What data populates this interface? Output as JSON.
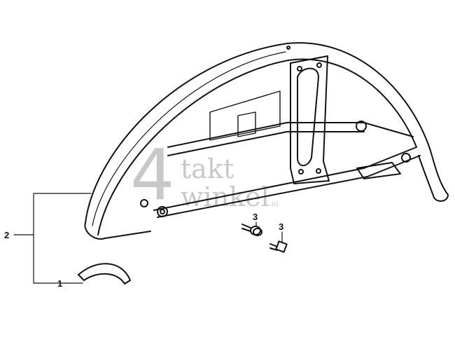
{
  "watermark": {
    "digit": "4",
    "line1": "takt",
    "line2": "winkel",
    "suffix": ".nl"
  },
  "callouts": [
    {
      "label": "1",
      "part": "fender-inner-strip"
    },
    {
      "label": "2",
      "part": "front-fender"
    },
    {
      "label": "3",
      "part": "bolt"
    },
    {
      "label": "3",
      "part": "bolt"
    }
  ],
  "colors": {
    "line": "#111111",
    "watermark": "#c8c8c8"
  }
}
